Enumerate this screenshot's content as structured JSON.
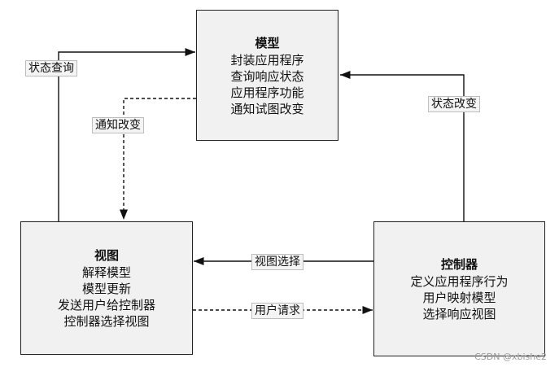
{
  "model": {
    "title": "模型",
    "lines": [
      "封装应用程序",
      "查询响应状态",
      "应用程序功能",
      "通知试图改变"
    ]
  },
  "view": {
    "title": "视图",
    "lines": [
      "解释模型",
      "模型更新",
      "发送用户给控制器",
      "控制器选择视图"
    ]
  },
  "controller": {
    "title": "控制器",
    "lines": [
      "定义应用程序行为",
      "用户映射模型",
      "选择响应视图"
    ]
  },
  "edges": {
    "state_query": "状态查询",
    "notify_change": "通知改变",
    "state_change": "状态改变",
    "view_select": "视图选择",
    "user_request": "用户请求"
  },
  "watermark": "CSDN @xbishe2"
}
